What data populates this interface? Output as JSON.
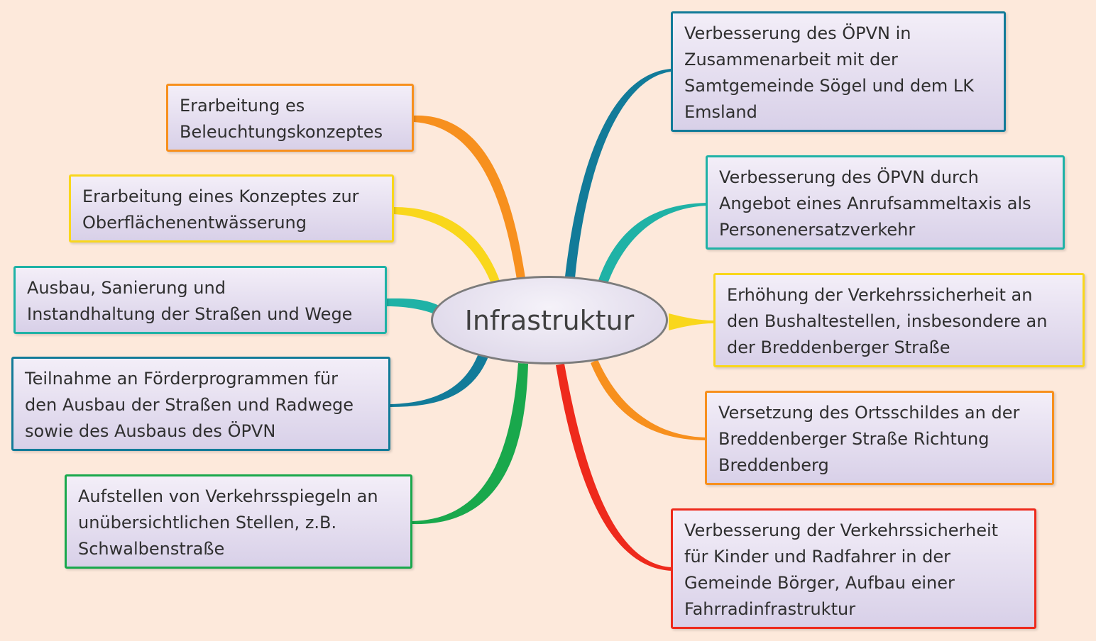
{
  "center": {
    "label": "Infrastruktur"
  },
  "nodes": [
    {
      "id": "n1",
      "side": "left",
      "color": "#f7901e",
      "text": "Erarbeitung es\nBeleuchtungskonzeptes"
    },
    {
      "id": "n2",
      "side": "left",
      "color": "#f9d71c",
      "text": "Erarbeitung eines Konzeptes zur\nOberflächenentwässerung"
    },
    {
      "id": "n3",
      "side": "left",
      "color": "#1fb2a6",
      "text": "Ausbau, Sanierung und\nInstandhaltung der Straßen und Wege"
    },
    {
      "id": "n4",
      "side": "left",
      "color": "#127b99",
      "text": "Teilnahme an Förderprogrammen für\nden Ausbau der Straßen und Radwege\nsowie des Ausbaus des ÖPVN"
    },
    {
      "id": "n5",
      "side": "left",
      "color": "#19a84c",
      "text": "Aufstellen von Verkehrsspiegeln an\nunübersichtlichen Stellen, z.B.\nSchwalbenstraße"
    },
    {
      "id": "n6",
      "side": "right",
      "color": "#127b99",
      "text": "Verbesserung des ÖPVN in\nZusammenarbeit mit der\nSamtgemeinde Sögel und dem LK\nEmsland"
    },
    {
      "id": "n7",
      "side": "right",
      "color": "#1fb2a6",
      "text": "Verbesserung des ÖPVN durch\nAngebot eines Anrufsammeltaxis als\nPersonenersatzverkehr"
    },
    {
      "id": "n8",
      "side": "right",
      "color": "#f9d71c",
      "text": "Erhöhung der Verkehrssicherheit an\nden Bushaltestellen, insbesondere an\nder Breddenberger Straße"
    },
    {
      "id": "n9",
      "side": "right",
      "color": "#f7901e",
      "text": "Versetzung des Ortsschildes an der\nBreddenberger Straße  Richtung\nBreddenberg"
    },
    {
      "id": "n10",
      "side": "right",
      "color": "#ee2a1c",
      "text": "Verbesserung der Verkehrssicherheit\nfür Kinder und Radfahrer in der\nGemeinde Börger, Aufbau einer\nFahrradinfrastruktur"
    }
  ]
}
